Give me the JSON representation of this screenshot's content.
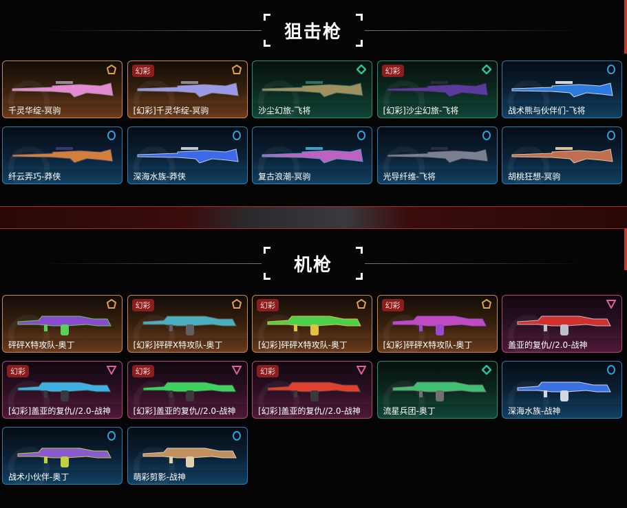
{
  "sections": [
    {
      "title": "狙击枪",
      "items": [
        {
          "name": "千灵华绽-冥驹",
          "rarity": "gold",
          "badge": null,
          "colors": [
            "#e58ad0",
            "#9a8a99"
          ]
        },
        {
          "name": "[幻彩]千灵华绽-冥驹",
          "rarity": "gold",
          "badge": "幻彩",
          "colors": [
            "#9a9ae8",
            "#8a8a99"
          ]
        },
        {
          "name": "沙尘幻旅-飞将",
          "rarity": "teal",
          "badge": null,
          "colors": [
            "#a09060",
            "#3b6a5a"
          ]
        },
        {
          "name": "[幻彩]沙尘幻旅-飞将",
          "rarity": "teal",
          "badge": "幻彩",
          "colors": [
            "#5a3a9a",
            "#2a2a3a"
          ]
        },
        {
          "name": "战术熊与伙伴们-飞将",
          "rarity": "blue",
          "badge": null,
          "colors": [
            "#2a7ae0",
            "#d0d8e0"
          ]
        },
        {
          "name": "纤云弄巧-莽侠",
          "rarity": "blue",
          "badge": null,
          "colors": [
            "#d0803a",
            "#3a3a6a"
          ]
        },
        {
          "name": "深海水族-莽侠",
          "rarity": "blue",
          "badge": null,
          "colors": [
            "#3a6ae8",
            "#c0c8d8"
          ]
        },
        {
          "name": "复古浪潮-冥驹",
          "rarity": "blue",
          "badge": null,
          "colors": [
            "#c060c0",
            "#40a0c0"
          ]
        },
        {
          "name": "光导纤维-飞将",
          "rarity": "blue",
          "badge": null,
          "colors": [
            "#7a8090",
            "#2a3040"
          ]
        },
        {
          "name": "胡桃狂想-冥驹",
          "rarity": "blue",
          "badge": null,
          "colors": [
            "#c07050",
            "#e0c0a0"
          ]
        }
      ]
    },
    {
      "title": "机枪",
      "items": [
        {
          "name": "砰砰X特攻队-奥丁",
          "rarity": "gold",
          "badge": null,
          "colors": [
            "#8a4ad0",
            "#5ad05a"
          ]
        },
        {
          "name": "[幻彩]砰砰X特攻队-奥丁",
          "rarity": "gold",
          "badge": "幻彩",
          "colors": [
            "#4ab0c0",
            "#606060"
          ]
        },
        {
          "name": "[幻彩]砰砰X特攻队-奥丁",
          "rarity": "gold",
          "badge": "幻彩",
          "colors": [
            "#4ad04a",
            "#e0c040"
          ]
        },
        {
          "name": "[幻彩]砰砰X特攻队-奥丁",
          "rarity": "gold",
          "badge": "幻彩",
          "colors": [
            "#c04ac0",
            "#9a4ad0"
          ]
        },
        {
          "name": "盖亚的复仇//2.0-战神",
          "rarity": "pink",
          "badge": null,
          "colors": [
            "#d03030",
            "#c0c0c8"
          ]
        },
        {
          "name": "[幻彩]盖亚的复仇//2.0-战神",
          "rarity": "pink",
          "badge": "幻彩",
          "colors": [
            "#40b0e0",
            "#3a3a3a"
          ]
        },
        {
          "name": "[幻彩]盖亚的复仇//2.0-战神",
          "rarity": "pink",
          "badge": "幻彩",
          "colors": [
            "#40d060",
            "#3a3a3a"
          ]
        },
        {
          "name": "[幻彩]盖亚的复仇//2.0-战神",
          "rarity": "pink",
          "badge": "幻彩",
          "colors": [
            "#e04030",
            "#3a3a3a"
          ]
        },
        {
          "name": "流星兵团-奥丁",
          "rarity": "teal",
          "badge": null,
          "colors": [
            "#40c070",
            "#707070"
          ]
        },
        {
          "name": "深海水族-战神",
          "rarity": "blue",
          "badge": null,
          "colors": [
            "#3a70e0",
            "#d0d8e8"
          ]
        },
        {
          "name": "战术小伙伴-奥丁",
          "rarity": "blue",
          "badge": null,
          "colors": [
            "#8a5ad0",
            "#c0d040"
          ]
        },
        {
          "name": "萌彩剪影-战神",
          "rarity": "blue",
          "badge": null,
          "colors": [
            "#c09060",
            "#e0d0b0"
          ]
        }
      ]
    }
  ],
  "rarity_colors": {
    "gold": "#e0a050",
    "teal": "#30c0a0",
    "blue": "#30a0e0",
    "pink": "#e060a0"
  }
}
